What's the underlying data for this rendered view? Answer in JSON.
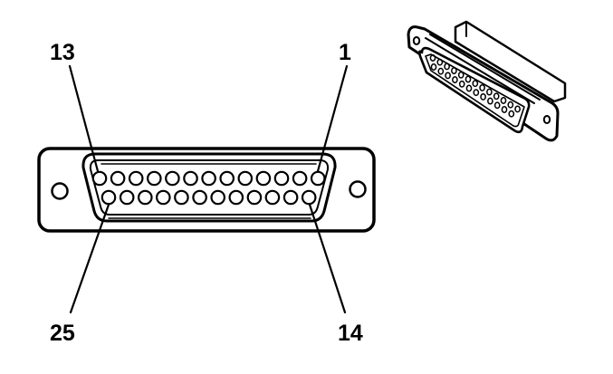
{
  "diagram": {
    "type": "connector-pinout",
    "connector": "25-pin D-sub",
    "colors": {
      "stroke": "#000000",
      "background": "#ffffff"
    },
    "top_row_count": 13,
    "bottom_row_count": 12,
    "labels": {
      "pin_13": "13",
      "pin_1": "1",
      "pin_25": "25",
      "pin_14": "14"
    }
  }
}
